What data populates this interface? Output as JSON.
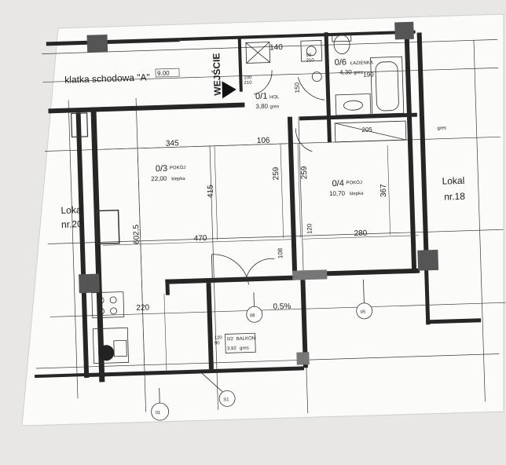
{
  "stair_label": "klatka schodowa \"A\"",
  "stair_level": "9.00",
  "entrance_label": "WEJŚCIE",
  "neighbors": {
    "left": [
      "Lokal",
      "nr.20"
    ],
    "right": [
      "Lokal",
      "nr.18"
    ]
  },
  "rooms": {
    "hall": {
      "num": "0/1",
      "name": "HOL",
      "area": "3,80",
      "floor": "gres"
    },
    "bathroom": {
      "num": "0/6",
      "name": "ŁAZIENKA",
      "area": "4,30",
      "floor": "gres"
    },
    "room3": {
      "num": "0/3",
      "name": "POKÓJ",
      "area": "22,00",
      "floor": "klepka"
    },
    "room4": {
      "num": "0/4",
      "name": "POKÓJ",
      "area": "10,70",
      "floor": "klepka"
    },
    "balcony": {
      "num": "0/2",
      "name": "BALKON",
      "area": "3,92",
      "floor": "gres"
    }
  },
  "dimensions": {
    "d140": "140",
    "d150": "150",
    "d100_210": "100\n210",
    "d90_210": "90\n210",
    "d190": "190",
    "d205": "205",
    "d345": "345",
    "d106": "106",
    "d259a": "259",
    "d259b": "259",
    "d415": "415",
    "d367": "367",
    "d6025": "602,5",
    "d470": "470",
    "d280": "280",
    "d120": "120",
    "d108": "108",
    "d220": "220",
    "d120_90": "120\n90",
    "slope": "0.5%",
    "d90": "90"
  },
  "axis_markers": [
    "08",
    "05",
    "01",
    "S1"
  ],
  "small_marks": [
    "8",
    "8",
    "gres"
  ]
}
